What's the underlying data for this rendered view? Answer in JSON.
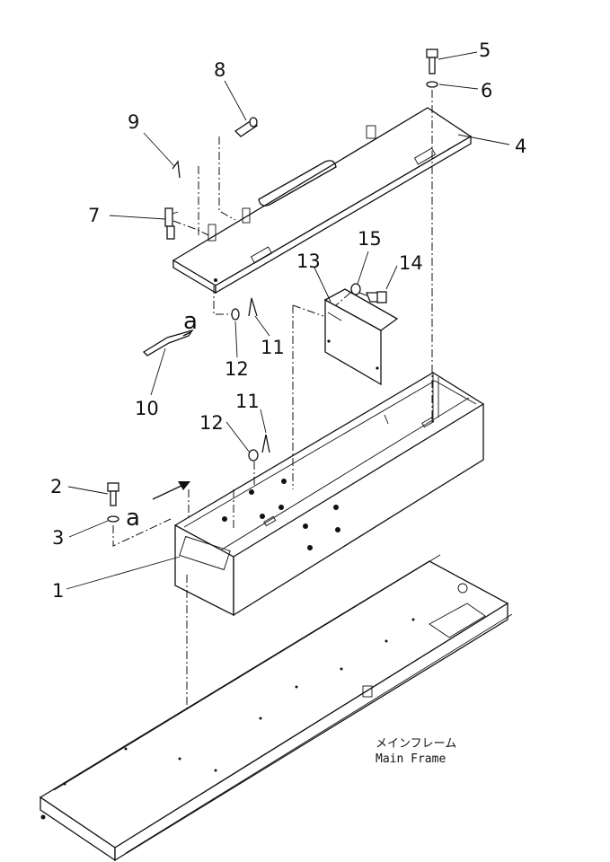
{
  "callouts": {
    "c1": "1",
    "c2": "2",
    "c3": "3",
    "c4": "4",
    "c5": "5",
    "c6": "6",
    "c7": "7",
    "c8": "8",
    "c9": "9",
    "c10": "10",
    "c11a": "11",
    "c11b": "11",
    "c12a": "12",
    "c12b": "12",
    "c13": "13",
    "c14": "14",
    "c15": "15"
  },
  "view_markers": {
    "upper": "a",
    "lower": "a"
  },
  "frame_label": {
    "jp": "メインフレーム",
    "en": "Main Frame"
  }
}
